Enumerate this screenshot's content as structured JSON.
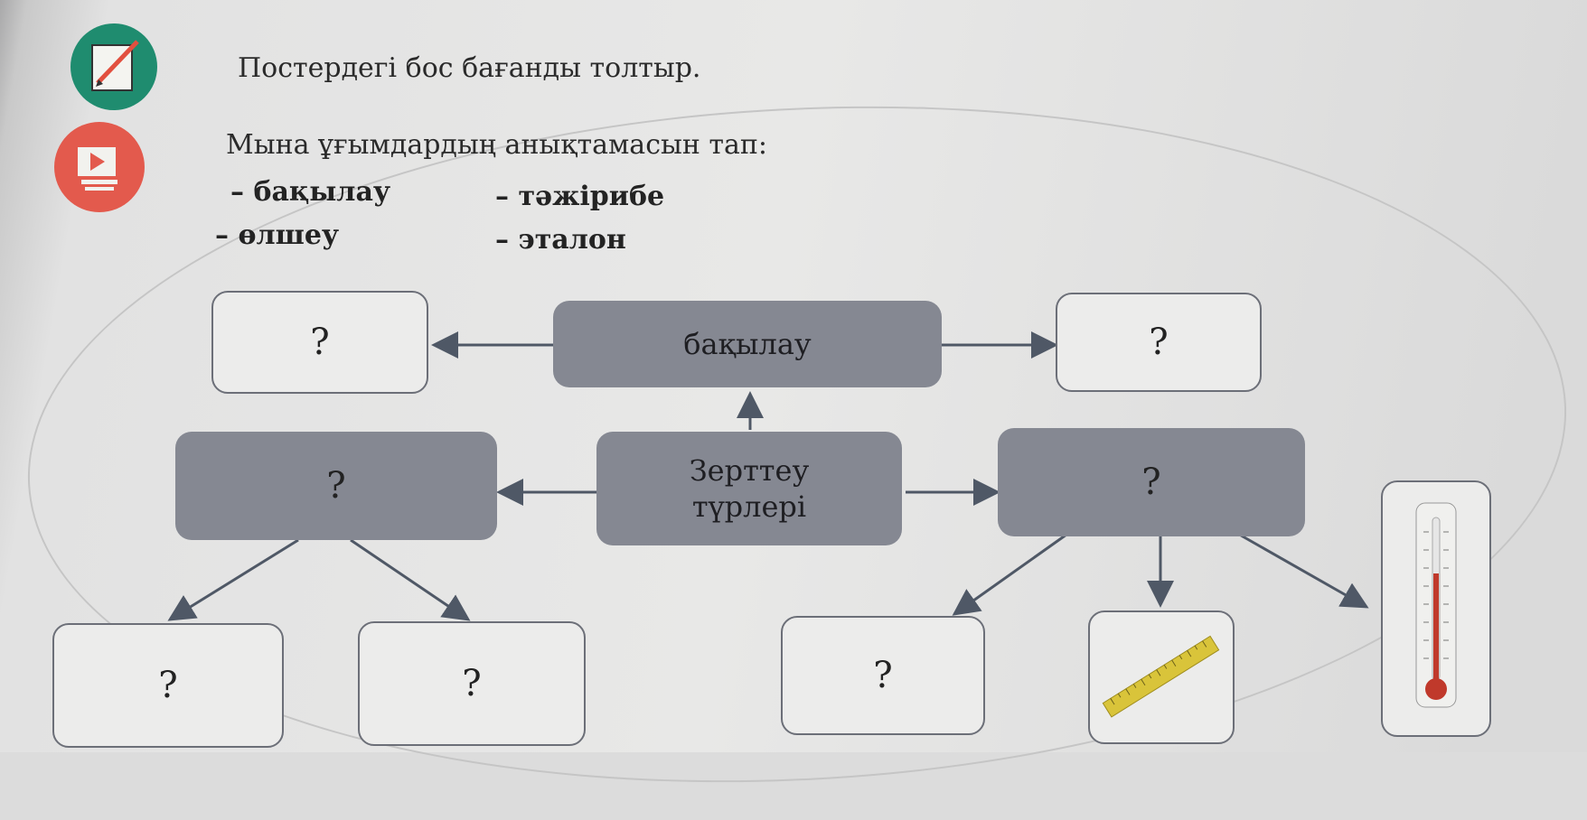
{
  "task_fill_poster": "Постердегі бос бағанды толтыр.",
  "task_find_definitions": "Мына ұғымдардың анықтамасын тап:",
  "terms": [
    "– бақылау",
    "– тәжірибе",
    "– өлшеу",
    "– эталон"
  ],
  "diagram": {
    "center": "Зерттеу түрлері",
    "observation": "бақылау",
    "unknown": "?"
  },
  "colors": {
    "filled_box": "#858892",
    "outline": "#6c6f78",
    "arrow": "#4f5866"
  }
}
